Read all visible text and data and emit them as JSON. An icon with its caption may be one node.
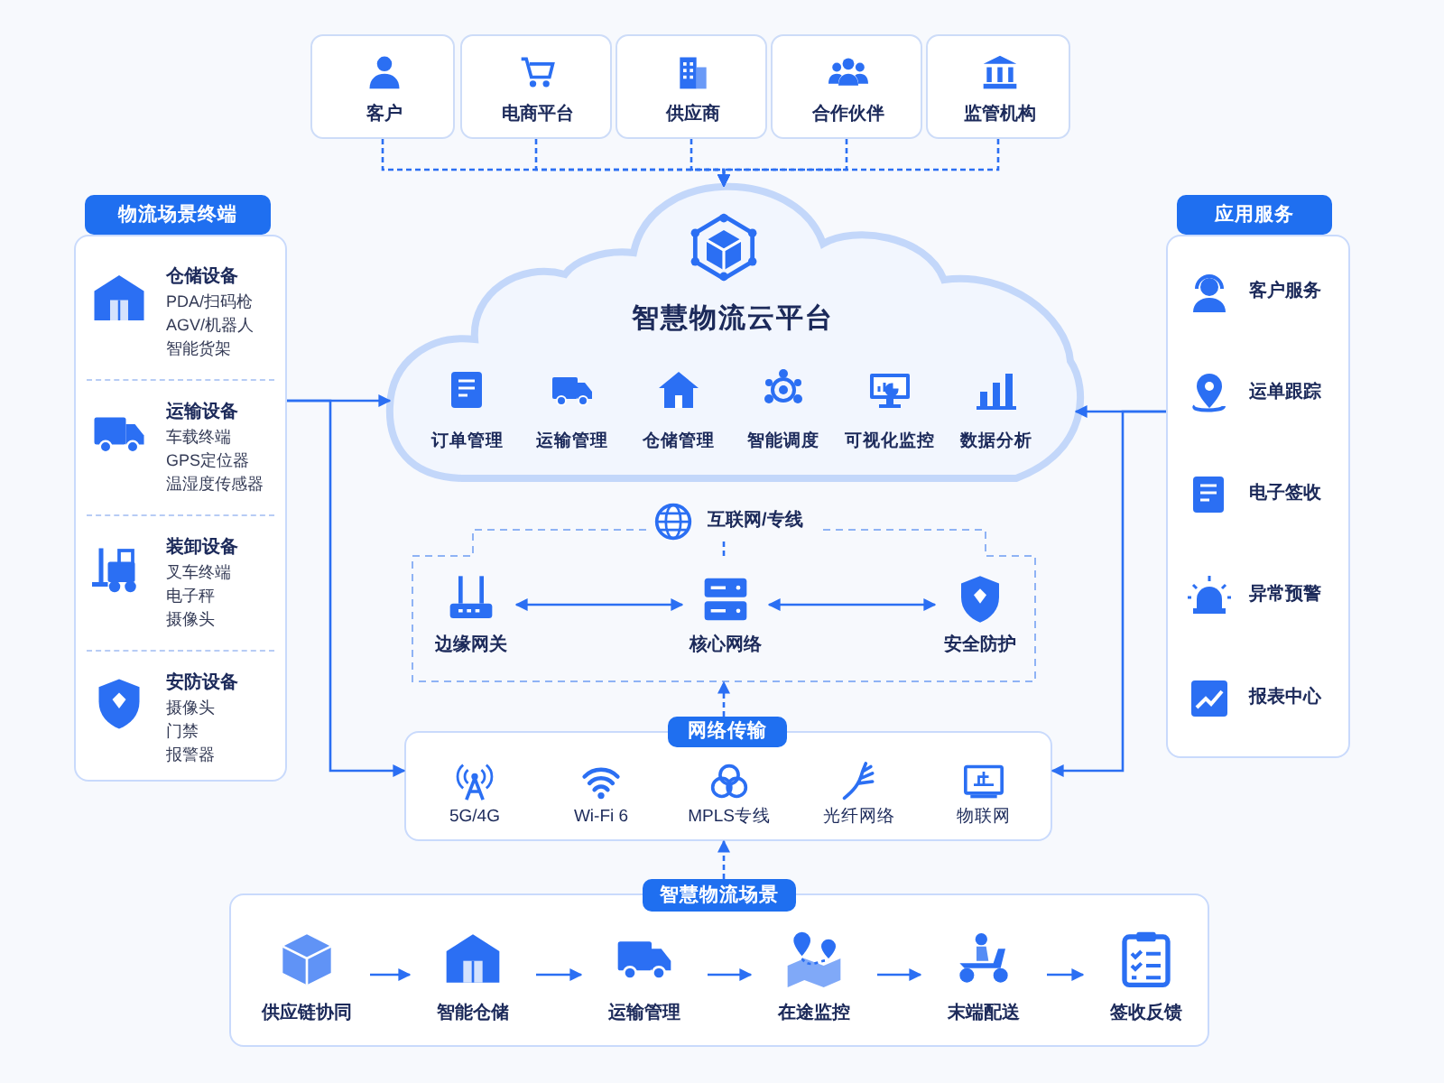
{
  "diagram": {
    "title": "智慧物流云平台",
    "nodes": [
      {
        "text": [
          "客户"
        ]
      },
      {
        "text": [
          "电商平台"
        ]
      },
      {
        "text": [
          "供应商"
        ]
      },
      {
        "text": [
          "合作伙伴"
        ]
      },
      {
        "text": [
          "监管机构"
        ]
      },
      {
        "text": [
          "物流场景终端",
          "仓储设备",
          "PDA/扫码枪",
          "AGV/机器人",
          "智能货架",
          "运输设备",
          "车载终端",
          "GPS定位器",
          "温湿度传感器",
          "装卸设备",
          "叉车终端",
          "电子秤",
          "摄像头",
          "安防设备",
          "摄像头",
          "门禁",
          "报警器"
        ]
      },
      {
        "text": [
          "订单管理",
          "运输管理",
          "仓储管理",
          "智能调度",
          "可视化监控",
          "数据分析"
        ]
      },
      {
        "text": [
          "互联网/专线"
        ]
      },
      {
        "text": [],
        "shape": "box"
      },
      {
        "text": [
          "边缘网关"
        ],
        "in": 8
      },
      {
        "text": [
          "核心网络"
        ],
        "in": 8
      },
      {
        "text": [
          "安全防护"
        ],
        "in": 8
      },
      {
        "text": [
          "网络传输",
          "5G/4G",
          "Wi-Fi 6",
          "MPLS专线",
          "光纤网络",
          "物联网"
        ]
      },
      {
        "text": [
          "应用服务",
          "客户服务",
          "运单跟踪",
          "电子签收",
          "异常预警",
          "报表中心"
        ]
      },
      {
        "text": [
          "智慧物流场景"
        ]
      },
      {
        "text": [
          "供应链协同"
        ],
        "in": 14
      },
      {
        "text": [
          "智能仓储"
        ],
        "in": 14
      },
      {
        "text": [
          "运输管理"
        ],
        "in": 14
      },
      {
        "text": [
          "在途监控"
        ],
        "in": 14
      },
      {
        "text": [
          "末端配送"
        ],
        "in": 14
      },
      {
        "text": [
          "签收反馈"
        ],
        "in": 14
      }
    ],
    "edges": [
      {
        "from": 0,
        "to": 6,
        "arrow": "to",
        "style": "dashed"
      },
      {
        "from": 1,
        "to": 6,
        "arrow": "to",
        "style": "dashed"
      },
      {
        "from": 2,
        "to": 6,
        "arrow": "to",
        "style": "dashed"
      },
      {
        "from": 3,
        "to": 6,
        "arrow": "to",
        "style": "dashed"
      },
      {
        "from": 4,
        "to": 6,
        "arrow": "to",
        "style": "dashed"
      },
      {
        "from": 5,
        "to": 6,
        "arrow": "to"
      },
      {
        "from": 5,
        "to": 12,
        "arrow": "to"
      },
      {
        "from": 13,
        "to": 6,
        "arrow": "to"
      },
      {
        "from": 13,
        "to": 12,
        "arrow": "to"
      },
      {
        "from": 7,
        "to": 10,
        "arrow": "none",
        "style": "dashed"
      },
      {
        "from": 9,
        "to": 10,
        "arrow": "both"
      },
      {
        "from": 10,
        "to": 11,
        "arrow": "both"
      },
      {
        "from": 12,
        "to": 8,
        "arrow": "to",
        "style": "dashed"
      },
      {
        "from": 14,
        "to": 12,
        "arrow": "to",
        "style": "dashed"
      },
      {
        "from": 15,
        "to": 16,
        "arrow": "to"
      },
      {
        "from": 16,
        "to": 17,
        "arrow": "to"
      },
      {
        "from": 17,
        "to": 18,
        "arrow": "to"
      },
      {
        "from": 18,
        "to": 19,
        "arrow": "to"
      },
      {
        "from": 19,
        "to": 20,
        "arrow": "to"
      }
    ]
  }
}
